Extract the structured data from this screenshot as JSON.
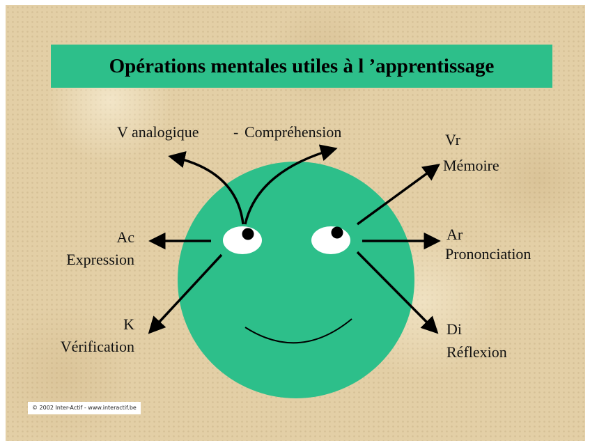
{
  "title": "Opérations mentales utiles à l ’apprentissage",
  "labels": {
    "top_left": "V analogique",
    "top_sep": "-",
    "top_right": "Compréhension",
    "vr_code": "Vr",
    "vr_text": "Mémoire",
    "ac_code": "Ac",
    "ac_text": "Expression",
    "ar_code": "Ar",
    "ar_text": "Prononciation",
    "k_code": "K",
    "k_text": "Vérification",
    "di_code": "Di",
    "di_text": "Réflexion"
  },
  "credit": "© 2002 Inter-Actif - www.interactif.be",
  "colors": {
    "face": "#2dbf8a",
    "title_bar": "#2dbf8a",
    "background": "#e3cfa6",
    "ink": "#000000",
    "eye_white": "#ffffff"
  }
}
